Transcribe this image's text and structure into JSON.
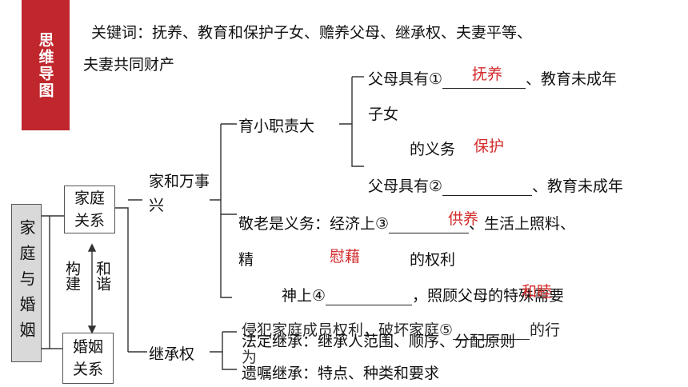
{
  "banner": {
    "label": "思维导图"
  },
  "keywords": {
    "line1": "关键词：抚养、教育和保护子女、赡养父母、继承权、夫妻平等、",
    "line2": "夫妻共同财产"
  },
  "root": {
    "label": "家庭与婚姻"
  },
  "family_relation": {
    "label": "家庭关系"
  },
  "marriage_relation": {
    "label": "婚姻关系"
  },
  "harmony": {
    "left": "构建",
    "right": "和谐"
  },
  "branch_family": {
    "label": "家和万事兴"
  },
  "branch_inherit": {
    "label": "继承权"
  },
  "node_duty": {
    "label": "育小职责大"
  },
  "duty_items": {
    "item1_a": "父母具有①",
    "item1_b": "、教育未成年",
    "item1_c": "子女",
    "item1_d": "的义务",
    "item2_a": "父母具有②",
    "item2_b": "、教育未成年"
  },
  "elder": {
    "prefix": "敬老是义务：经济上③",
    "mid": "、生活上照料、",
    "line2_a": "精",
    "line2_b": "的权利",
    "line3_a": "神上④",
    "line3_b": "，照顾父母的特殊需要"
  },
  "overlap": {
    "line1": "侵犯家庭成员权利，破坏家庭⑤",
    "line1_end": "的行",
    "line2": "为",
    "legal": "法定继承：继承人范围、顺序、分配原则"
  },
  "will": {
    "label": "遗嘱继承：特点、种类和要求"
  },
  "answers": {
    "a1": "抚养",
    "a2": "保护",
    "a3": "供养",
    "a4": "慰藉",
    "a5": "和睦"
  }
}
